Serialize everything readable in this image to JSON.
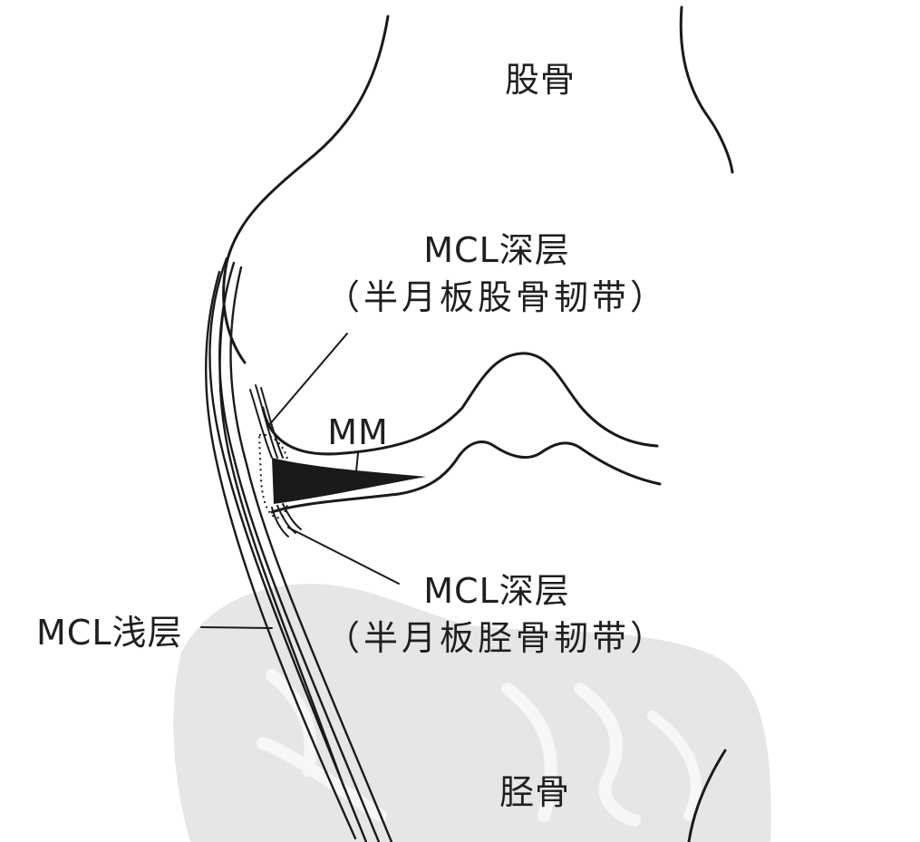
{
  "labels": {
    "femur": "股骨",
    "tibia": "胫骨",
    "mm": "MM",
    "mcl_deep_femoral_line1": "MCL深层",
    "mcl_deep_femoral_line2": "（半月板股骨韧带）",
    "mcl_deep_tibial_line1": "MCL深层",
    "mcl_deep_tibial_line2": "（半月板胫骨韧带）",
    "mcl_superficial": "MCL浅层"
  },
  "colors": {
    "ink": "#1a1a1a",
    "watermark": "#e6e6e6",
    "background": "#ffffff"
  }
}
